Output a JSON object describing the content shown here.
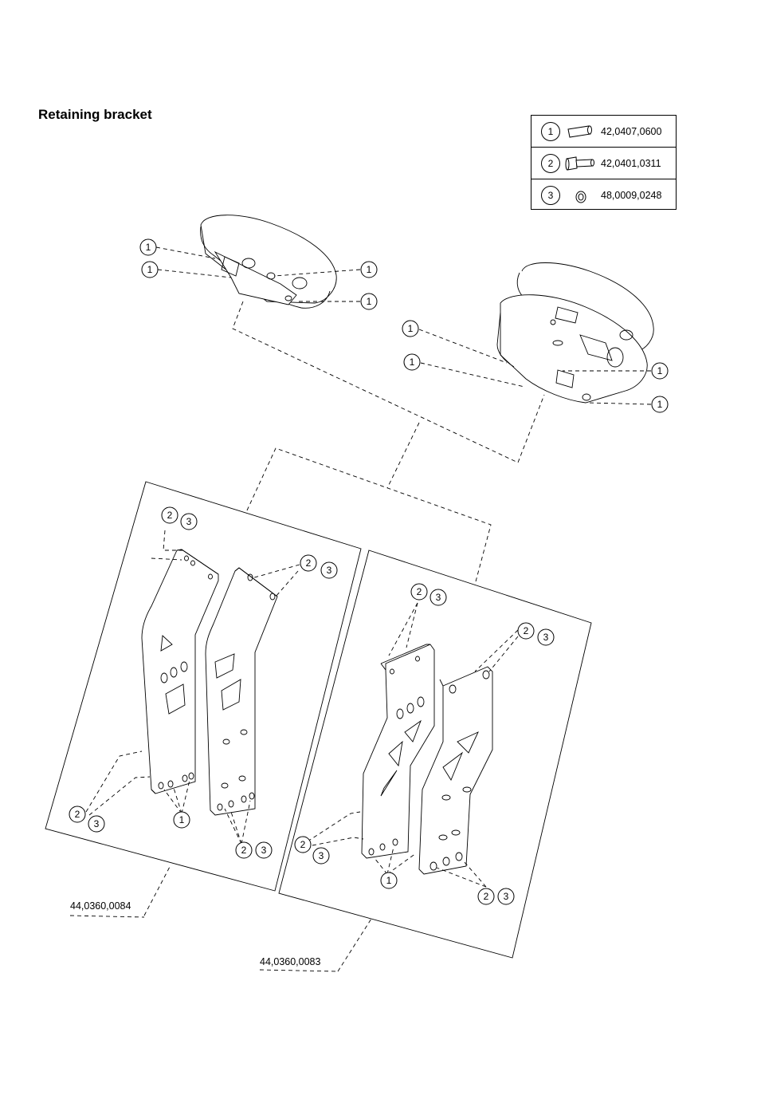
{
  "title": "Retaining bracket",
  "parts_table": [
    {
      "num": "1",
      "icon": "pin-icon",
      "code": "42,0407,0600"
    },
    {
      "num": "2",
      "icon": "screw-icon",
      "code": "42,0401,0311"
    },
    {
      "num": "3",
      "icon": "washer-icon",
      "code": "48,0009,0248"
    }
  ],
  "callouts": {
    "one": "1",
    "two": "2",
    "three": "3"
  },
  "assemblies": {
    "left_code": "44,0360,0084",
    "right_code": "44,0360,0083"
  }
}
